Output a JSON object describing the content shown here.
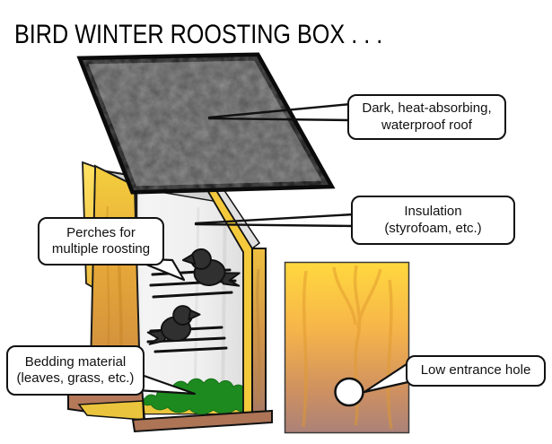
{
  "title": "BIRD WINTER ROOSTING BOX . . .",
  "callouts": {
    "roof": {
      "line1": "Dark, heat-absorbing,",
      "line2": "waterproof roof"
    },
    "insulation": {
      "line1": "Insulation",
      "line2": "(styrofoam, etc.)"
    },
    "perches": {
      "line1": "Perches for",
      "line2": "multiple roosting"
    },
    "bedding": {
      "line1": "Bedding material",
      "line2": "(leaves, grass, etc.)"
    },
    "entrance": {
      "line1": "Low entrance hole"
    }
  },
  "diagram": {
    "parts": [
      "dark heat-absorbing waterproof roof panel (lifted off)",
      "insulated cutaway box body",
      "perch rails with two roosting bird silhouettes",
      "bedding material layer at box floor",
      "detached front panel with low entrance hole"
    ],
    "birds_count": 2,
    "perch_rails": {
      "upper": 3,
      "lower": 3
    },
    "colors": {
      "wood_yellow": "#f7cd3f",
      "wood_orange": "#dd9a34",
      "wood_brown": "#b4795b",
      "panel_bottom_mauve": "#ae8276",
      "bedding_green": "#1d8a1f",
      "insulation_gray": "#ececec",
      "roof_gray": "#575757",
      "outline_black": "#111111",
      "background": "#ffffff"
    }
  }
}
